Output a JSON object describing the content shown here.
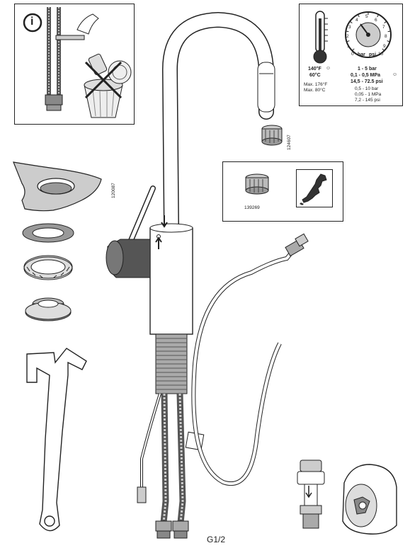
{
  "info_box": {
    "info_icon_glyph": "i"
  },
  "spec_box": {
    "temp_f": "140°F",
    "temp_c": "60°C",
    "temp_max_f": "Max. 176°F",
    "temp_max_c": "Max. 80°C",
    "pressure_1": "1 - 5 bar",
    "pressure_2": "0,1 - 0,5 MPa",
    "pressure_3": "14,5 - 72.5 psi",
    "pressure_4": "0,5 - 10 bar",
    "pressure_5": "0,05 - 1 MPa",
    "pressure_6": "7,2 - 145 psi",
    "gauge_unit_bar": "bar",
    "gauge_unit_psi": "psi",
    "gauge_ticks": [
      "0",
      "1",
      "2",
      "3",
      "4",
      "5",
      "6",
      "7",
      "8",
      "9",
      "10"
    ]
  },
  "parts": {
    "aerator_code": "124607",
    "aerator_alt_code": "139269",
    "base_plate_code": "120087"
  },
  "footer": {
    "page_label": "G1/2"
  }
}
